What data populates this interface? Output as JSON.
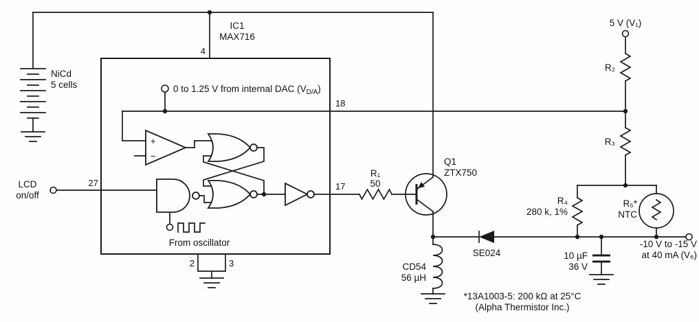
{
  "diagram": {
    "ic": {
      "name": "IC1",
      "part": "MAX716",
      "pins": {
        "p4": "4",
        "p18": "18",
        "p17": "17",
        "p27": "27",
        "p2": "2",
        "p3": "3"
      }
    },
    "battery": {
      "line1": "NiCd",
      "line2": "5 cells"
    },
    "lcd": {
      "line1": "LCD",
      "line2": "on/off"
    },
    "dac": {
      "prefix": "0 to 1.25 V from internal DAC (V",
      "sub": "D/A",
      "suffix": ")"
    },
    "comparator": {
      "plus_label": "+",
      "minus_label": "−"
    },
    "oscillator": {
      "label": "From oscillator"
    },
    "r1": {
      "name": "R₁",
      "value": "50"
    },
    "r2": {
      "name": "R₂"
    },
    "r3": {
      "name": "R₃"
    },
    "r4": {
      "name": "R₄",
      "value": "280 k, 1%"
    },
    "r5": {
      "name": "R₅*",
      "type": "NTC"
    },
    "q1": {
      "name": "Q1",
      "part": "ZTX750"
    },
    "inductor": {
      "line1": "CD54",
      "line2": "56 µH"
    },
    "diode": {
      "label": "SE024"
    },
    "supply": {
      "label": "5 V (V₁)"
    },
    "capacitor": {
      "line1": "10 µF",
      "line2": "36 V"
    },
    "output": {
      "line1": "-10 V to -15 V",
      "line2": "at 40 mA (V₆)"
    },
    "note": {
      "line1": "*13A1003-5: 200 kΩ at 25°C",
      "line2": "(Alpha Thermistor Inc.)"
    }
  }
}
